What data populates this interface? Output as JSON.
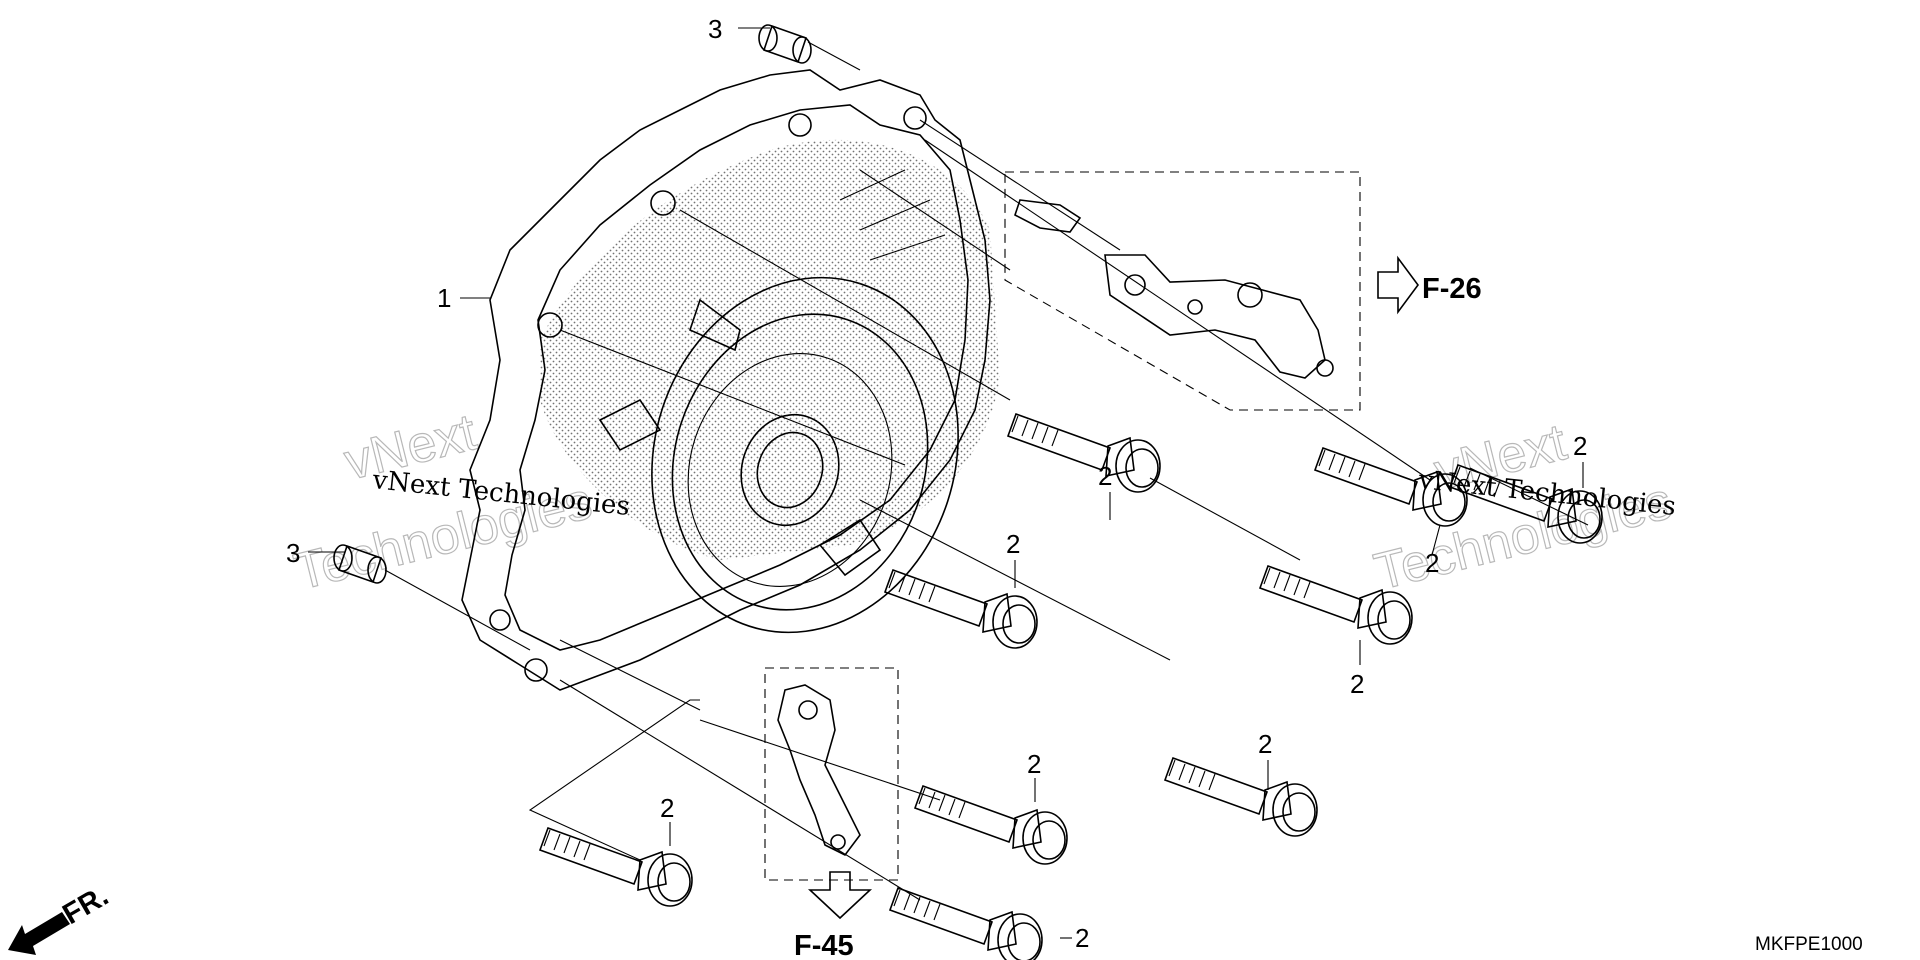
{
  "diagram": {
    "drawing_code": "MKFPE1000",
    "direction_label": "FR.",
    "references": {
      "f26": "F-26",
      "f45": "F-45"
    },
    "callouts": {
      "cover": "1",
      "bolt": "2",
      "dowel": "3"
    },
    "watermark": {
      "line1": "vNext",
      "line2": "Technologies",
      "inline": "vNext Technologies"
    }
  }
}
